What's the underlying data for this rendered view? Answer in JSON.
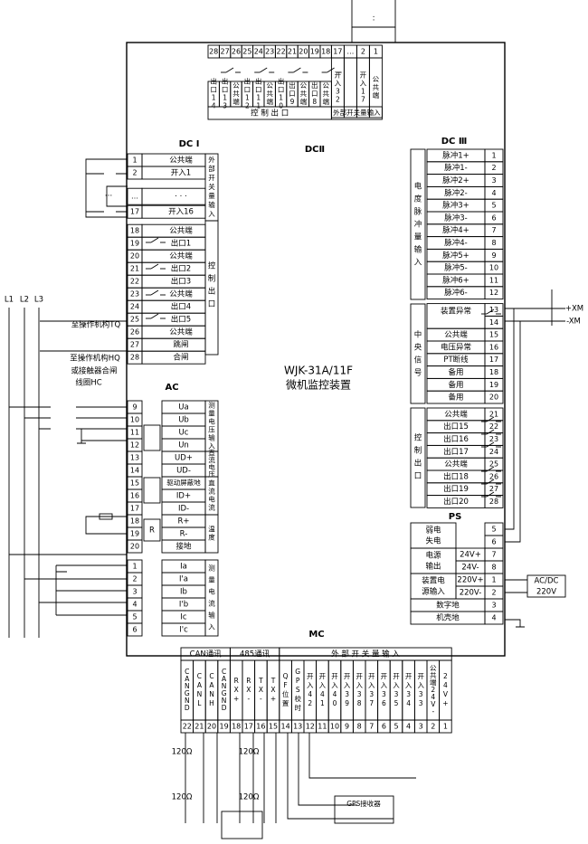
{
  "device": {
    "model": "WJK-31A/11F",
    "name": "微机监控装置"
  },
  "sections": {
    "dc1": "DC I",
    "dc2": "DCⅡ",
    "dc3": "DC Ⅲ",
    "ac": "AC",
    "ps": "PS",
    "mc": "MC"
  },
  "top": {
    "pins_left": [
      "28",
      "27",
      "26",
      "25",
      "24",
      "23",
      "22",
      "21",
      "20",
      "19",
      "18"
    ],
    "pins_right": [
      "17",
      "…",
      "2",
      "1"
    ],
    "labels_left": [
      "出口14",
      "出口13",
      "公共端",
      "出口12",
      "出口11",
      "公共端",
      "出口10",
      "出口9",
      "公共端",
      "出口8",
      "公共端"
    ],
    "labels_right": [
      "开入32",
      "",
      "开入17",
      "公共端"
    ],
    "dots": ":",
    "group_left": "控 制 出 口",
    "group_right": "外部开关量输入"
  },
  "dc1": {
    "pins": [
      "1",
      "2",
      "…",
      "17",
      "18",
      "19",
      "20",
      "21",
      "22",
      "23",
      "24",
      "25",
      "26",
      "27",
      "28"
    ],
    "labels": [
      "公共端",
      "开入1",
      "· · ·",
      "开入16",
      "公共端",
      "出口1",
      "公共端",
      "出口2",
      "出口3",
      "公共端",
      "出口4",
      "出口5",
      "公共端",
      "跳闸",
      "合闸"
    ],
    "group_input": "外部开关量输入",
    "group_output": "控制出口",
    "ext_top": "…",
    "ext_mid": "…"
  },
  "ac": {
    "pins": [
      "9",
      "10",
      "11",
      "12",
      "13",
      "14",
      "15",
      "16",
      "17",
      "18",
      "19",
      "20",
      "1",
      "2",
      "3",
      "4",
      "5",
      "6"
    ],
    "labels": [
      "Ua",
      "Ub",
      "Uc",
      "Un",
      "UD+",
      "UD-",
      "驱动屏蔽地",
      "ID+",
      "ID-",
      "R+",
      "R-",
      "接地",
      "Ia",
      "I'a",
      "Ib",
      "I'b",
      "Ic",
      "I'c"
    ],
    "groups": [
      "测量电压输入",
      "直流电压",
      "直流电流",
      "温度",
      "测量电流输入"
    ],
    "r_symbol": "R"
  },
  "dc3": {
    "pins": [
      "1",
      "2",
      "3",
      "4",
      "5",
      "6",
      "7",
      "8",
      "9",
      "10",
      "11",
      "12",
      "13",
      "14",
      "15",
      "16",
      "17",
      "18",
      "19",
      "20",
      "21",
      "22",
      "23",
      "24",
      "25",
      "26",
      "27",
      "28"
    ],
    "labels": [
      "脉冲1+",
      "脉冲1-",
      "脉冲2+",
      "脉冲2-",
      "脉冲3+",
      "脉冲3-",
      "脉冲4+",
      "脉冲4-",
      "脉冲5+",
      "脉冲5-",
      "脉冲6+",
      "脉冲6-",
      "装置异常",
      "",
      "公共端",
      "电压异常",
      "PT断线",
      "备用",
      "备用",
      "备用",
      "公共端",
      "出口15",
      "出口16",
      "出口17",
      "公共端",
      "出口18",
      "出口19",
      "出口20"
    ],
    "groups": [
      "电度脉冲量输入",
      "中央信号",
      "控制出口"
    ]
  },
  "ps": {
    "pins": [
      "5",
      "6",
      "7",
      "8",
      "1",
      "2",
      "3",
      "4"
    ],
    "labels": [
      "弱电失电",
      "电源输出",
      "24V+",
      "24V-",
      "装置电源输入",
      "220V+",
      "220V-",
      "数字地",
      "机壳地"
    ],
    "acdc": "AC/DC",
    "acdc_v": "220V"
  },
  "mc": {
    "groups": [
      "CAN通讯",
      "485通讯",
      "外 部 开 关 量 输 入"
    ],
    "pins": [
      "22",
      "21",
      "20",
      "19",
      "18",
      "17",
      "16",
      "15",
      "14",
      "13",
      "12",
      "11",
      "10",
      "9",
      "8",
      "7",
      "6",
      "5",
      "4",
      "3",
      "2",
      "1"
    ],
    "labels": [
      "CANGND",
      "CANL",
      "CANH",
      "CANGND",
      "RX+",
      "RX-",
      "TX-",
      "TX+",
      "QF位置",
      "GPS校时",
      "开入42",
      "开入41",
      "开入40",
      "开入39",
      "开入38",
      "开入37",
      "开入36",
      "开入35",
      "开入34",
      "开入33",
      "公共端24V-",
      "24V+"
    ]
  },
  "external": {
    "l1": "L1",
    "l2": "L2",
    "l3": "L3",
    "to_tq": "至操作机构TQ",
    "to_hq": "至操作机构HQ",
    "to_hq2": "或接触器合闸",
    "to_hq3": "线圈HC",
    "xm_plus": "+XM",
    "xm_minus": "-XM",
    "r120": "120Ω",
    "gps": "GPS接收器"
  }
}
